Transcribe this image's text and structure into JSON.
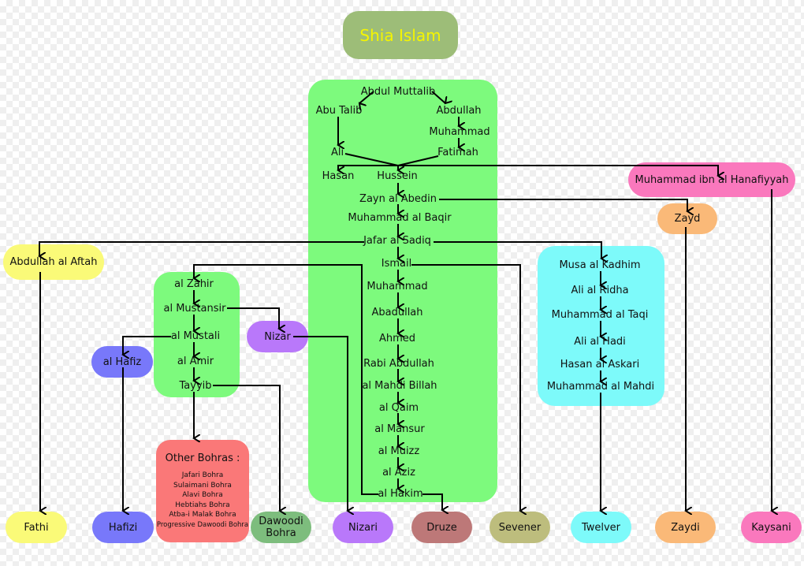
{
  "title": "Shia Islam",
  "colors": {
    "main_green": "#7dfa7d",
    "yellow": "#fafa78",
    "blue": "#7878fa",
    "red": "#fa7878",
    "dark_green": "#7dbd7d",
    "purple": "#b978fa",
    "brown": "#bd7878",
    "olive": "#bdbd7d",
    "cyan": "#7dfafa",
    "orange": "#fab978",
    "pink": "#fa78bd",
    "title_bg": "#9dbd78",
    "title_text": "#f5f500"
  },
  "main_lineage": {
    "abdul_muttalib": "Abdul Muttalib",
    "abu_talib": "Abu Talib",
    "abdullah": "Abdullah",
    "muhammad": "Muhammad",
    "ali": "Ali",
    "fatimah": "Fatimah",
    "hasan": "Hasan",
    "hussein": "Hussein",
    "zayn": "Zayn al Abedin",
    "baqir": "Muhammad al Baqir",
    "jafar": "Jafar al Sadiq",
    "ismail": "Ismail",
    "muhammad2": "Muhammad",
    "abadullah": "Abadullah",
    "ahmed": "Ahmed",
    "rabi": "Rabi Abdullah",
    "mahdi_billah": "al Mahdi Billah",
    "qaim": "al Qaim",
    "mansur": "al Mansur",
    "muizz": "al Muizz",
    "aziz": "al Aziz",
    "hakim": "al Hakim"
  },
  "fatimid": {
    "zahir": "al Zahir",
    "mustansir": "al Mustansir",
    "mustali": "al Mustali",
    "amir": "al Amir",
    "tayyib": "Tayyib"
  },
  "twelver_imams": {
    "kadhim": "Musa al Kadhim",
    "ridha": "Ali al Ridha",
    "taqi": "Muhammad al Taqi",
    "hadi": "Ali al Hadi",
    "askari": "Hasan al Askari",
    "mahdi": "Muhammad al Mahdi"
  },
  "side_nodes": {
    "hanafiyyah": "Muhammad ibn al Hanafiyyah",
    "zayd": "Zayd",
    "aftah": "Abdullah al Aftah",
    "nizar": "Nizar",
    "hafiz": "al Hafiz"
  },
  "other_bohras": {
    "title": "Other Bohras :",
    "items": [
      "Jafari Bohra",
      "Sulaimani Bohra",
      "Alavi Bohra",
      "Hebtiahs Bohra",
      "Atba-i Malak Bohra",
      "Progressive Dawoodi Bohra"
    ]
  },
  "branches": {
    "fathi": "Fathi",
    "hafizi": "Hafizi",
    "dawoodi": "Dawoodi Bohra",
    "nizari": "Nizari",
    "druze": "Druze",
    "sevener": "Sevener",
    "twelver": "Twelver",
    "zaydi": "Zaydi",
    "kaysani": "Kaysani"
  }
}
